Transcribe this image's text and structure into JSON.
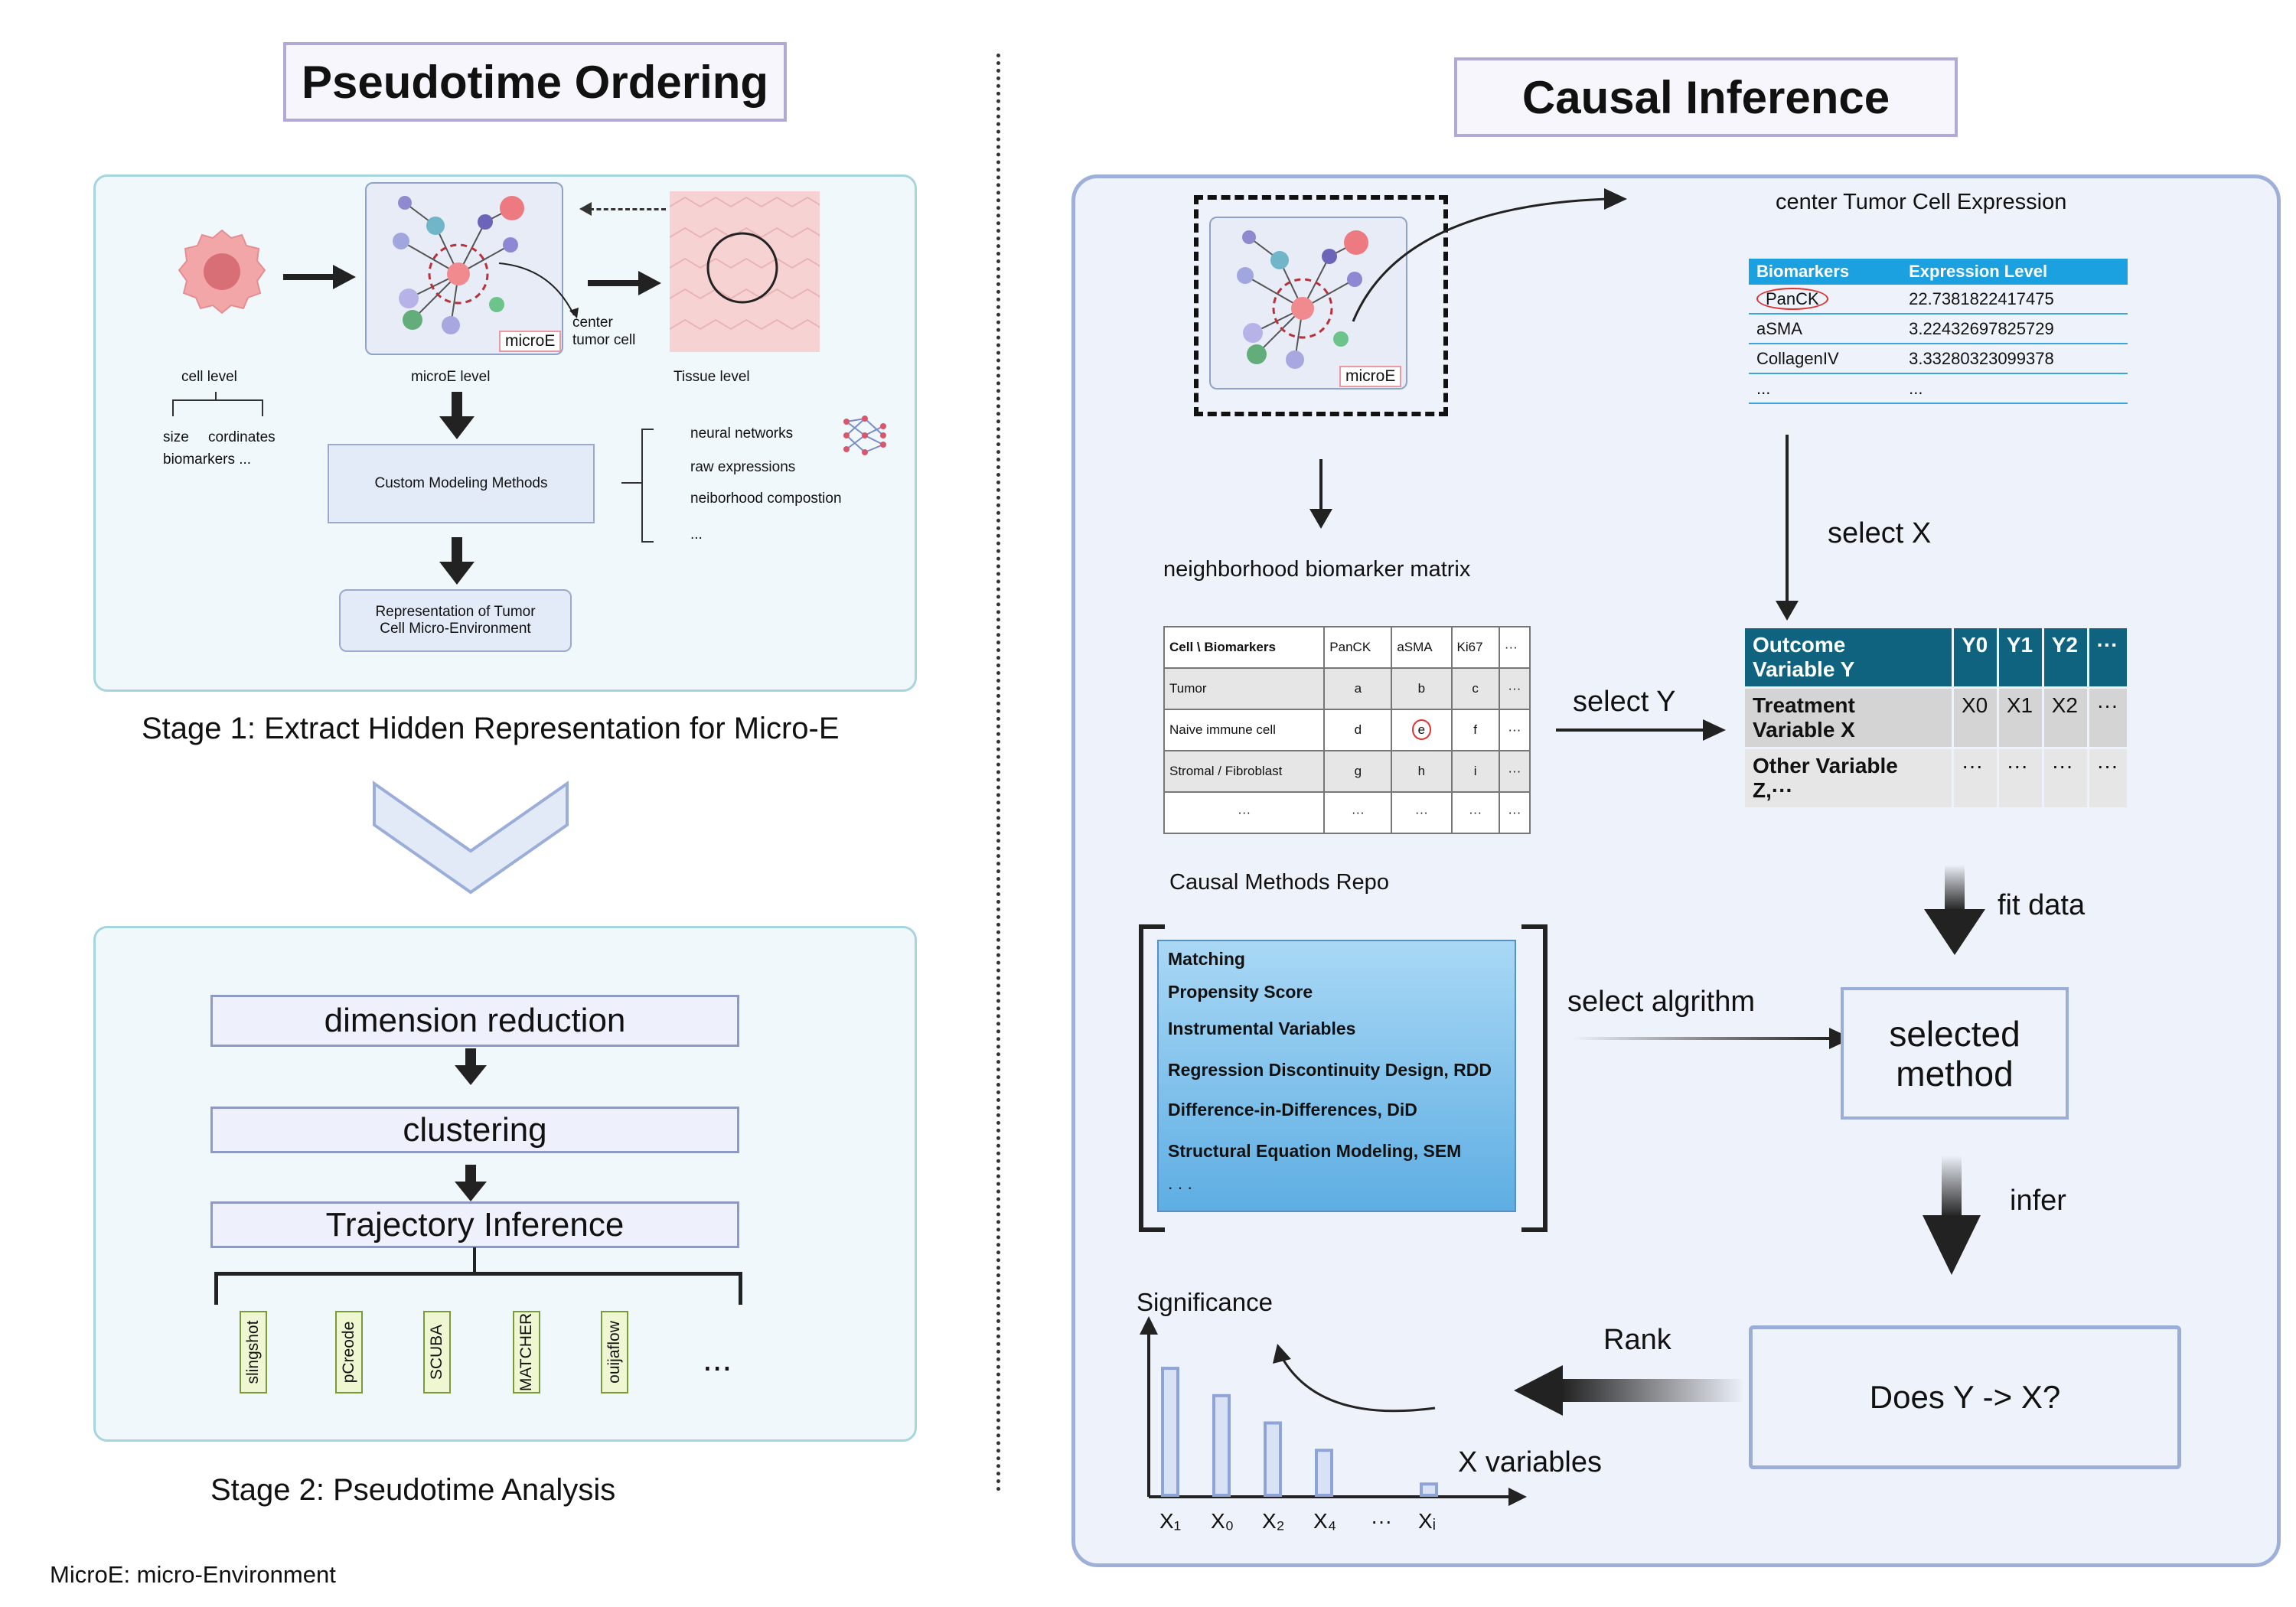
{
  "left": {
    "title": "Pseudotime Ordering",
    "stage1": {
      "cell_level": "cell level",
      "cell_features": [
        "size",
        "cordinates",
        "biomarkers ..."
      ],
      "microe_level": "microE level",
      "microe_tag": "microE",
      "center_label": "center\ntumor cell",
      "tissue_level": "Tissue level",
      "custom_methods": "Custom Modeling Methods",
      "method_options": [
        "neural networks",
        "raw expressions",
        "neiborhood compostion",
        "..."
      ],
      "representation": "Representation of Tumor\nCell Micro-Environment",
      "caption": "Stage 1: Extract Hidden Representation for Micro-E"
    },
    "stage2": {
      "steps": [
        "dimension reduction",
        "clustering",
        "Trajectory Inference"
      ],
      "methods": [
        "slingshot",
        "pCreode",
        "SCUBA",
        "MATCHER",
        "ouijaflow"
      ],
      "ellipsis": "...",
      "caption": "Stage 2: Pseudotime Analysis"
    },
    "footnote": "MicroE: micro-Environment"
  },
  "right": {
    "title": "Causal Inference",
    "microe_tag": "microE",
    "center_expression_label": "center Tumor Cell Expression",
    "biomarker_table": {
      "headers": [
        "Biomarkers",
        "Expression Level"
      ],
      "rows": [
        [
          "PanCK",
          "22.7381822417475"
        ],
        [
          "aSMA",
          "3.22432697825729"
        ],
        [
          "CollagenIV",
          "3.33280323099378"
        ],
        [
          "...",
          "..."
        ]
      ]
    },
    "select_x": "select X",
    "neighborhood_label": "neighborhood biomarker matrix",
    "neighborhood_table": {
      "headers": [
        "Cell \\ Biomarkers",
        "PanCK",
        "aSMA",
        "Ki67",
        "···"
      ],
      "rows": [
        [
          "Tumor",
          "a",
          "b",
          "c",
          "···"
        ],
        [
          "Naive immune cell",
          "d",
          "e",
          "f",
          "···"
        ],
        [
          "Stromal / Fibroblast",
          "g",
          "h",
          "i",
          "···"
        ],
        [
          "···",
          "···",
          "···",
          "···",
          "···"
        ]
      ]
    },
    "select_y": "select Y",
    "variable_table": {
      "header": [
        "Outcome\nVariable Y",
        "Y0",
        "Y1",
        "Y2",
        "···"
      ],
      "rows": [
        [
          "Treatment\nVariable X",
          "X0",
          "X1",
          "X2",
          "···"
        ],
        [
          "Other Variable\nZ,···",
          "···",
          "···",
          "···",
          "···"
        ]
      ]
    },
    "causal_repo_label": "Causal Methods Repo",
    "causal_methods": [
      "Matching",
      "Propensity Score",
      "Instrumental Variables",
      "Regression Discontinuity Design, RDD",
      "Difference-in-Differences, DiD",
      "Structural Equation Modeling, SEM",
      ". . ."
    ],
    "fit_data": "fit data",
    "select_algorithm": "select algrithm",
    "selected_method": "selected\nmethod",
    "infer": "infer",
    "does_label": "Does Y -> X?",
    "rank": "Rank",
    "significance": "Significance",
    "x_variables": "X variables",
    "bar_labels": [
      "X₁",
      "X₀",
      "X₂",
      "X₄",
      "···",
      "Xᵢ"
    ]
  },
  "chart_data": {
    "type": "bar",
    "ylabel": "Significance",
    "xlabel": "X variables",
    "categories": [
      "X₁",
      "X₀",
      "X₂",
      "X₄",
      "···",
      "Xᵢ"
    ],
    "values": [
      0.79,
      0.62,
      0.45,
      0.28,
      null,
      0.07
    ]
  },
  "colors": {
    "title_border": "#b3a9d6",
    "panel_border": "#a6d5e0",
    "right_border": "#9eb0da",
    "table_header": "#1ba1df",
    "variable_header": "#10637f",
    "repo_fill": "#73b9e6"
  }
}
